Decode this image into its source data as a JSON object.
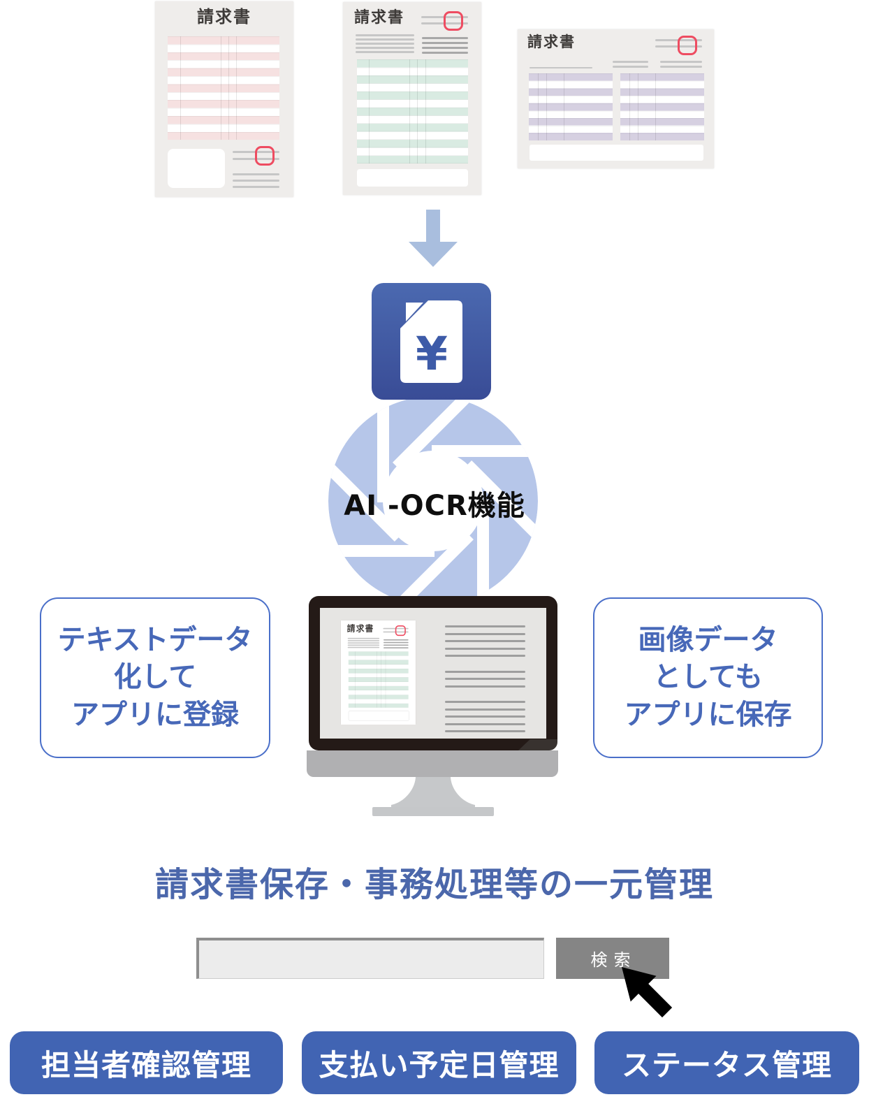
{
  "invoice": {
    "title": "請求書"
  },
  "ocr": {
    "label": "AI -OCR機能"
  },
  "icons": {
    "yen_glyph": "¥",
    "down_arrow": "down-arrow",
    "aperture": "shutter-blades",
    "cursor": "pointer-arrow",
    "stamp": "red-seal-placeholder"
  },
  "callouts": {
    "left": {
      "line1": "テキストデータ",
      "line2": "化して",
      "line3": "アプリに登録"
    },
    "right": {
      "line1": "画像データ",
      "line2": "としても",
      "line3": "アプリに保存"
    }
  },
  "heading": {
    "text": "請求書保存・事務処理等の一元管理"
  },
  "search": {
    "value": "",
    "button_label": "検索"
  },
  "features": [
    {
      "label": "担当者確認管理"
    },
    {
      "label": "支払い予定日管理"
    },
    {
      "label": "ステータス管理"
    }
  ],
  "colors": {
    "accent_blue": "#4164b3",
    "callout_border": "#4a6fc9",
    "callout_text": "#4768b8",
    "heading_text": "#4b67ab",
    "aperture_blades": "#b6c6e9",
    "down_arrow": "#a9bede",
    "yen_icon_gradient_top": "#4b69b0",
    "yen_icon_gradient_bottom": "#394c96",
    "stamp_red": "#ee4c61",
    "rows_pink": "#f6e1e1",
    "rows_green": "#d9ebe2",
    "rows_purple": "#d6d0e1",
    "search_button_gray": "#858585",
    "monitor_bezel": "#241a17"
  }
}
